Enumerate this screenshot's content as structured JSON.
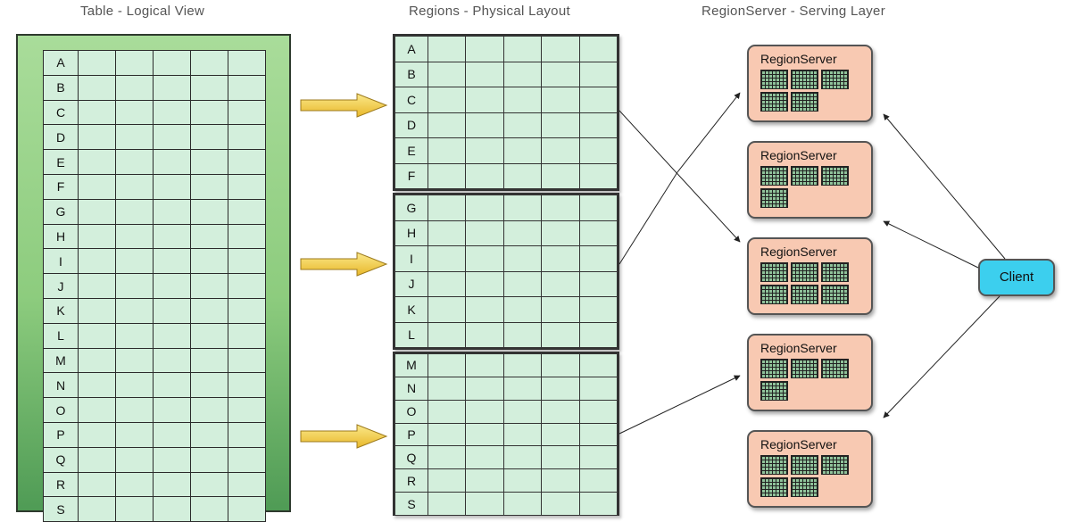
{
  "titles": {
    "table": "Table - Logical View",
    "regions": "Regions - Physical Layout",
    "servers": "RegionServer - Serving Layer"
  },
  "logical_rows": [
    "A",
    "B",
    "C",
    "D",
    "E",
    "F",
    "G",
    "H",
    "I",
    "J",
    "K",
    "L",
    "M",
    "N",
    "O",
    "P",
    "Q",
    "R",
    "S"
  ],
  "regions": [
    {
      "rows": [
        "A",
        "B",
        "C",
        "D",
        "E",
        "F"
      ]
    },
    {
      "rows": [
        "G",
        "H",
        "I",
        "J",
        "K",
        "L"
      ]
    },
    {
      "rows": [
        "M",
        "N",
        "O",
        "P",
        "Q",
        "R",
        "S"
      ]
    }
  ],
  "servers": [
    {
      "label": "RegionServer",
      "region_count": 5
    },
    {
      "label": "RegionServer",
      "region_count": 4
    },
    {
      "label": "RegionServer",
      "region_count": 6
    },
    {
      "label": "RegionServer",
      "region_count": 4
    },
    {
      "label": "RegionServer",
      "region_count": 5
    }
  ],
  "client": {
    "label": "Client"
  },
  "colors": {
    "table_green": "#8dcc7e",
    "cell_green": "#d3efdc",
    "server_peach": "#f8c9b2",
    "client_blue": "#3ccfee",
    "arrow_yellow": "#f7d54a"
  }
}
